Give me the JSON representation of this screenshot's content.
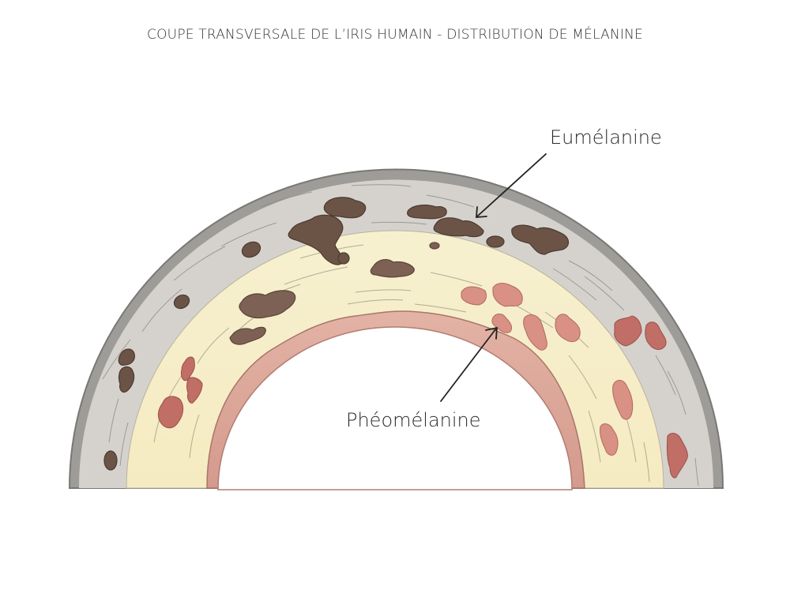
{
  "title": "COUPE TRANSVERSALE DE L’IRIS HUMAIN - DISTRIBUTION DE MÉLANINE",
  "labels": {
    "eumelanin": "Eumélanine",
    "pheomelanin": "Phéomélanine"
  },
  "layers": [
    {
      "name": "outer-rim",
      "color": "#9e9c98"
    },
    {
      "name": "stroma-gray",
      "color": "#d3d0cc"
    },
    {
      "name": "stroma-cream",
      "color": "#f6efc9"
    },
    {
      "name": "inner-pigment-layer",
      "color": "#d9a89a"
    }
  ],
  "pigments": {
    "eumelanin_color": "#6b5446",
    "eumelanin_light_color": "#7d6155",
    "pheomelanin_color": "#c06e66",
    "pheomelanin_light_color": "#d99085"
  }
}
